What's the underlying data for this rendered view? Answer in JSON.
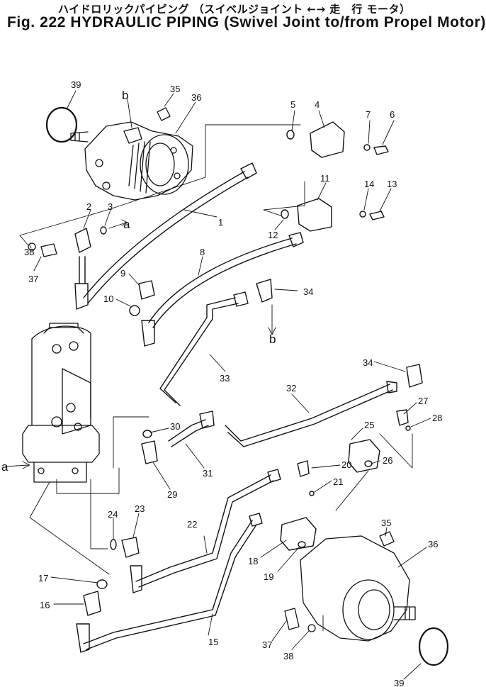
{
  "header": {
    "title_jp": "ハイドロリックパイピング （スイベルジョイント ←→ 走　行 モータ）",
    "title_en": "Fig. 222 HYDRAULIC PIPING (Swivel Joint to/from Propel Motor)"
  },
  "callouts": {
    "c1": "1",
    "c2": "2",
    "c3": "3",
    "c4": "4",
    "c5": "5",
    "c6": "6",
    "c7": "7",
    "c8": "8",
    "c9": "9",
    "c10": "10",
    "c11": "11",
    "c12": "12",
    "c13": "13",
    "c14": "14",
    "c15": "15",
    "c16": "16",
    "c17": "17",
    "c18": "18",
    "c19": "19",
    "c20": "20",
    "c21": "21",
    "c22": "22",
    "c23": "23",
    "c24": "24",
    "c25": "25",
    "c26": "26",
    "c27": "27",
    "c28": "28",
    "c29": "29",
    "c30": "30",
    "c31": "31",
    "c32": "32",
    "c33": "33",
    "c34a": "34",
    "c34b": "34",
    "c35a": "35",
    "c35b": "35",
    "c36a": "36",
    "c36b": "36",
    "c37a": "37",
    "c37b": "37",
    "c38a": "38",
    "c38b": "38",
    "c39a": "39",
    "c39b": "39",
    "ref_a1": "a",
    "ref_a2": "a",
    "ref_b1": "b",
    "ref_b2": "b"
  }
}
